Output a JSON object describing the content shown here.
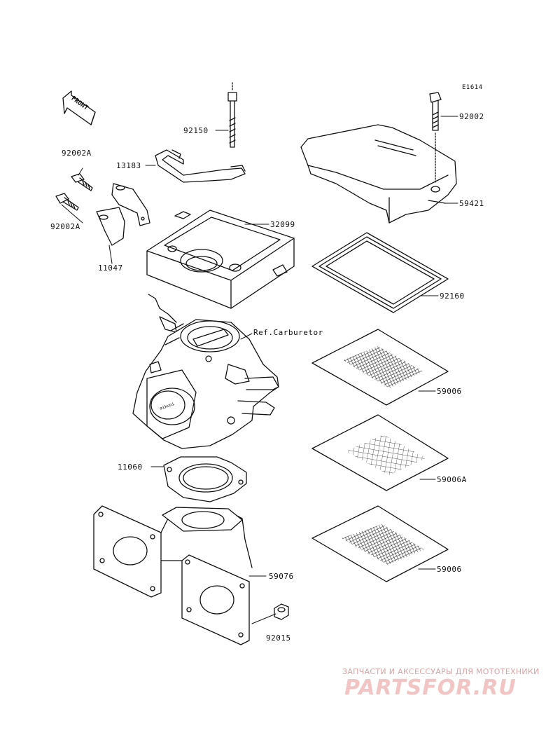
{
  "diagram_code": "E1614",
  "front_label": "FRONT",
  "parts": {
    "p92150": "92150",
    "p13183": "13183",
    "p92002A_top": "92002A",
    "p92002A_bottom": "92002A",
    "p11047": "11047",
    "p32099": "32099",
    "p92002": "92002",
    "p59421": "59421",
    "p92160": "92160",
    "ref_carb": "Ref.Carburetor",
    "p59006_a": "59006",
    "p59006A": "59006A",
    "p59006_b": "59006",
    "p11060": "11060",
    "p59076": "59076",
    "p92015": "92015"
  },
  "watermark": {
    "tagline": "ЗАПЧАСТИ И АКСЕССУАРЫ ДЛЯ МОТОТЕХНИКИ",
    "logo": "PARTSFOR.RU"
  }
}
